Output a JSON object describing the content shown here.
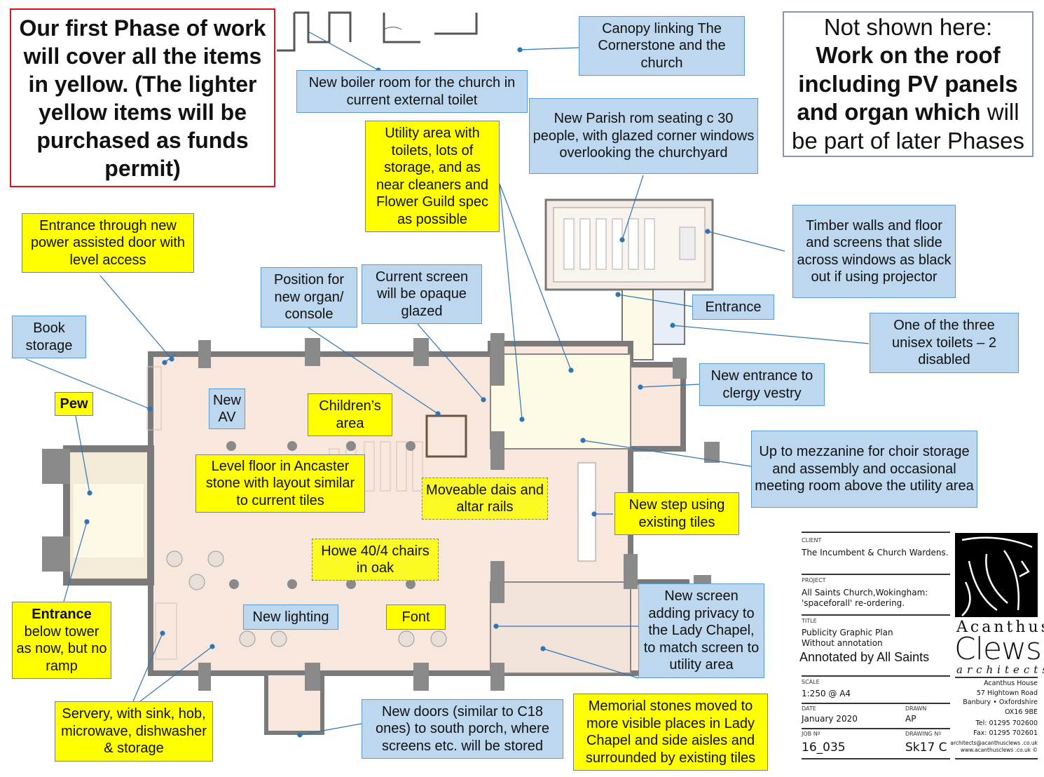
{
  "callouts": {
    "phase_one": "Our first Phase of work will cover all the items in yellow. (The lighter yellow items will be purchased as funds permit)",
    "boiler_room": "New boiler room for the church in current external toilet",
    "canopy": "Canopy linking The Cornerstone and the church",
    "not_shown": {
      "line1": "Not shown here:",
      "line2": "Work on the roof",
      "line3": "including PV panels",
      "line4_bold": "and organ which",
      "line4_rest": " will",
      "line5": "be part of later Phases"
    },
    "parish_room": "New Parish rom seating c 30 people, with glazed corner windows overlooking the churchyard",
    "utility_area": "Utility area with toilets, lots of storage, and as near cleaners and Flower Guild spec as possible",
    "timber_walls": "Timber walls and floor and screens that slide across windows as black out if using projector",
    "entrance_power_door": "Entrance through new power assisted door with level access",
    "organ_position": "Position for new organ/ console",
    "current_screen": "Current screen will be opaque glazed",
    "entrance": "Entrance",
    "toilets": "One of the three unisex toilets – 2 disabled",
    "book_storage": "Book storage",
    "pew": "Pew",
    "new_av": "New AV",
    "childrens_area": "Children’s area",
    "vestry_entrance": "New entrance to clergy vestry",
    "mezzanine": "Up to mezzanine for choir storage and assembly and occasional meeting room above the utility area",
    "level_floor": "Level floor in Ancaster stone with layout similar to current tiles",
    "moveable_dais": "Moveable dais and altar rails",
    "new_step": "New step using existing tiles",
    "chairs": "Howe 40/4 chairs in oak",
    "new_screen": "New screen adding privacy to the Lady Chapel, to match screen to utility area",
    "new_lighting": "New lighting",
    "font": "Font",
    "tower_entrance": {
      "title": "Entrance",
      "text": "below tower as now, but no ramp"
    },
    "servery": "Servery, with sink, hob, microwave, dishwasher & storage",
    "new_doors": "New doors (similar to C18 ones) to south porch, where screens etc. will be stored",
    "memorial_stones": "Memorial stones moved to more visible places in Lady Chapel and side aisles and surrounded by existing tiles"
  },
  "title_block": {
    "client_label": "CLIENT",
    "client": "The Incumbent & Church Wardens.",
    "project_label": "PROJECT",
    "project_line1": "All Saints Church,Wokingham:",
    "project_line2": "'spaceforall' re-ordering.",
    "title_label": "TITLE",
    "title_line1": "Publicity Graphic Plan",
    "title_line2": "Without annotation",
    "annotated": "Annotated by All Saints",
    "scale_label": "SCALE",
    "scale": "1:250 @ A4",
    "date_label": "DATE",
    "date": "January 2020",
    "drawn_label": "DRAWN",
    "drawn": "AP",
    "job_label": "JOB Nº",
    "job": "16_035",
    "drawing_label": "DRAWING Nº",
    "drawing": "Sk17  C",
    "firm_line1": "Acanthus",
    "firm_line2": "Clews",
    "firm_line3": "architects",
    "address": [
      "Acanthus House",
      "57 Hightown Road",
      "Banbury • Oxfordshire",
      "OX16 9BE"
    ],
    "tel": "Tel: 01295 702600",
    "fax": "Fax: 01295 702601",
    "email": "architects@acanthusclews .co.uk",
    "web": "www.acanthusclews .co.uk  ©"
  },
  "colors": {
    "yellow": "#ffff00",
    "blue": "#bdd7ee",
    "red": "#e0101a",
    "leader": "#2e75b6"
  }
}
